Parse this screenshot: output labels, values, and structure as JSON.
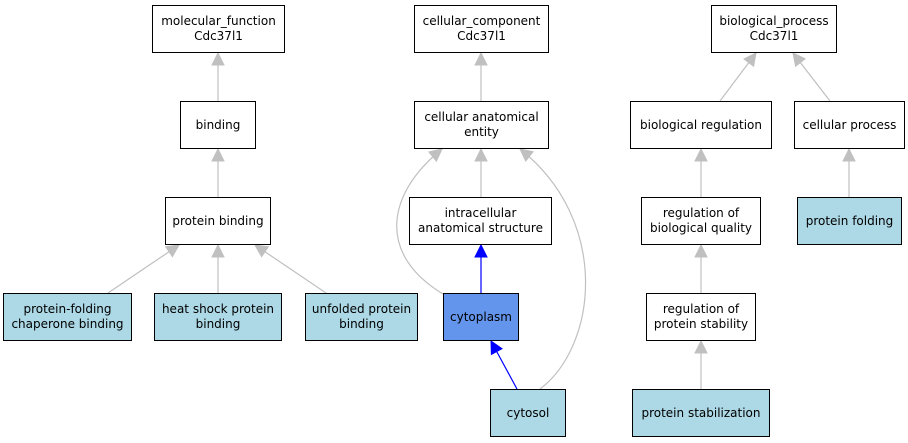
{
  "colors": {
    "plain": "#ffffff",
    "annotated": "#add8e6",
    "focus": "#6495ed",
    "edge_grey": "#c0c0c0",
    "edge_blue": "#0000ff"
  },
  "nodes": {
    "mf_root": {
      "line1": "molecular_function",
      "line2": "Cdc37l1",
      "fill": "plain"
    },
    "cc_root": {
      "line1": "cellular_component",
      "line2": "Cdc37l1",
      "fill": "plain"
    },
    "bp_root": {
      "line1": "biological_process",
      "line2": "Cdc37l1",
      "fill": "plain"
    },
    "binding": {
      "line1": "binding",
      "line2": "",
      "fill": "plain"
    },
    "cellular_anatomical_entity": {
      "line1": "cellular anatomical",
      "line2": "entity",
      "fill": "plain"
    },
    "biological_regulation": {
      "line1": "biological regulation",
      "line2": "",
      "fill": "plain"
    },
    "cellular_process": {
      "line1": "cellular process",
      "line2": "",
      "fill": "plain"
    },
    "protein_binding": {
      "line1": "protein binding",
      "line2": "",
      "fill": "plain"
    },
    "intracellular_anatomical_structure": {
      "line1": "intracellular",
      "line2": "anatomical structure",
      "fill": "plain"
    },
    "regulation_of_biological_quality": {
      "line1": "regulation of",
      "line2": "biological quality",
      "fill": "plain"
    },
    "protein_folding": {
      "line1": "protein folding",
      "line2": "",
      "fill": "annotated"
    },
    "protein_folding_chaperone_binding": {
      "line1": "protein-folding",
      "line2": "chaperone binding",
      "fill": "annotated"
    },
    "heat_shock_protein_binding": {
      "line1": "heat shock protein",
      "line2": "binding",
      "fill": "annotated"
    },
    "unfolded_protein_binding": {
      "line1": "unfolded protein",
      "line2": "binding",
      "fill": "annotated"
    },
    "cytoplasm": {
      "line1": "cytoplasm",
      "line2": "",
      "fill": "focus"
    },
    "regulation_of_protein_stability": {
      "line1": "regulation of",
      "line2": "protein stability",
      "fill": "plain"
    },
    "cytosol": {
      "line1": "cytosol",
      "line2": "",
      "fill": "annotated"
    },
    "protein_stabilization": {
      "line1": "protein stabilization",
      "line2": "",
      "fill": "annotated"
    }
  },
  "edges": [
    {
      "from": "binding",
      "to": "mf_root",
      "color": "edge_grey"
    },
    {
      "from": "protein_binding",
      "to": "binding",
      "color": "edge_grey"
    },
    {
      "from": "protein_folding_chaperone_binding",
      "to": "protein_binding",
      "color": "edge_grey"
    },
    {
      "from": "heat_shock_protein_binding",
      "to": "protein_binding",
      "color": "edge_grey"
    },
    {
      "from": "unfolded_protein_binding",
      "to": "protein_binding",
      "color": "edge_grey"
    },
    {
      "from": "cellular_anatomical_entity",
      "to": "cc_root",
      "color": "edge_grey"
    },
    {
      "from": "intracellular_anatomical_structure",
      "to": "cellular_anatomical_entity",
      "color": "edge_grey"
    },
    {
      "from": "cytoplasm",
      "to": "cellular_anatomical_entity",
      "color": "edge_grey"
    },
    {
      "from": "cytosol",
      "to": "cellular_anatomical_entity",
      "color": "edge_grey"
    },
    {
      "from": "cytoplasm",
      "to": "intracellular_anatomical_structure",
      "color": "edge_blue"
    },
    {
      "from": "cytosol",
      "to": "cytoplasm",
      "color": "edge_blue"
    },
    {
      "from": "biological_regulation",
      "to": "bp_root",
      "color": "edge_grey"
    },
    {
      "from": "cellular_process",
      "to": "bp_root",
      "color": "edge_grey"
    },
    {
      "from": "regulation_of_biological_quality",
      "to": "biological_regulation",
      "color": "edge_grey"
    },
    {
      "from": "regulation_of_protein_stability",
      "to": "regulation_of_biological_quality",
      "color": "edge_grey"
    },
    {
      "from": "protein_stabilization",
      "to": "regulation_of_protein_stability",
      "color": "edge_grey"
    },
    {
      "from": "protein_folding",
      "to": "cellular_process",
      "color": "edge_grey"
    }
  ]
}
